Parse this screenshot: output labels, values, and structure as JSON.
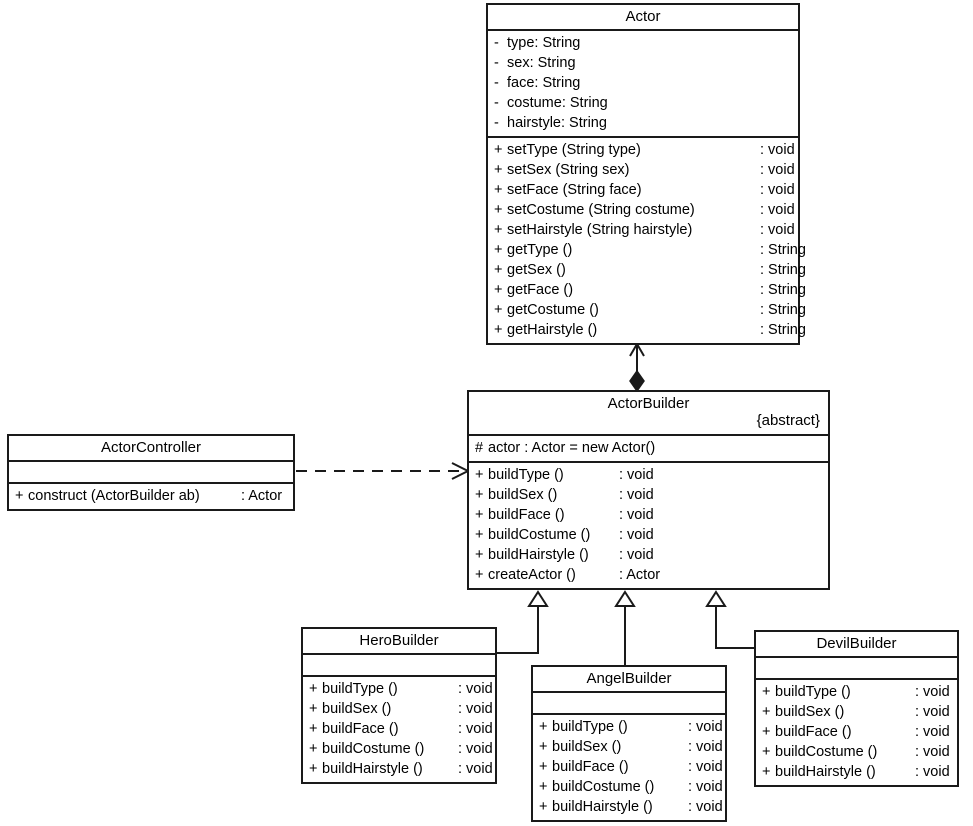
{
  "diagram": {
    "title": "Builder pattern UML class diagram",
    "type": "uml-class-diagram",
    "background_color": "#ffffff",
    "line_color": "#1a1a1a"
  },
  "classes": {
    "actor": {
      "name": "Actor",
      "attributes": [
        {
          "vis": "-",
          "sig": "type",
          "rtype": ": String"
        },
        {
          "vis": "-",
          "sig": "sex",
          "rtype": ": String"
        },
        {
          "vis": "-",
          "sig": "face",
          "rtype": ": String"
        },
        {
          "vis": "-",
          "sig": "costume",
          "rtype": ": String"
        },
        {
          "vis": "-",
          "sig": "hairstyle",
          "rtype": ": String"
        }
      ],
      "methods": [
        {
          "vis": "+",
          "sig": "setType (String type)",
          "rtype": ": void"
        },
        {
          "vis": "+",
          "sig": "setSex (String sex)",
          "rtype": ": void"
        },
        {
          "vis": "+",
          "sig": "setFace (String face)",
          "rtype": ": void"
        },
        {
          "vis": "+",
          "sig": "setCostume (String costume)",
          "rtype": ": void"
        },
        {
          "vis": "+",
          "sig": "setHairstyle (String hairstyle)",
          "rtype": ": void"
        },
        {
          "vis": "+",
          "sig": "getType ()",
          "rtype": ": String"
        },
        {
          "vis": "+",
          "sig": "getSex ()",
          "rtype": ": String"
        },
        {
          "vis": "+",
          "sig": "getFace ()",
          "rtype": ": String"
        },
        {
          "vis": "+",
          "sig": "getCostume ()",
          "rtype": ": String"
        },
        {
          "vis": "+",
          "sig": "getHairstyle ()",
          "rtype": ": String"
        }
      ]
    },
    "actor_builder": {
      "name": "ActorBuilder",
      "stereotype": "{abstract}",
      "attributes": [
        {
          "vis": "#",
          "sig": "actor  : Actor   = new Actor()",
          "rtype": ""
        }
      ],
      "methods": [
        {
          "vis": "+",
          "sig": "buildType ()",
          "rtype": ": void"
        },
        {
          "vis": "+",
          "sig": "buildSex ()",
          "rtype": ": void"
        },
        {
          "vis": "+",
          "sig": "buildFace ()",
          "rtype": ": void"
        },
        {
          "vis": "+",
          "sig": "buildCostume ()",
          "rtype": ": void"
        },
        {
          "vis": "+",
          "sig": "buildHairstyle ()",
          "rtype": ": void"
        },
        {
          "vis": "+",
          "sig": "createActor ()",
          "rtype": ": Actor"
        }
      ]
    },
    "actor_controller": {
      "name": "ActorController",
      "attributes": [],
      "methods": [
        {
          "vis": "+",
          "sig": "construct (ActorBuilder ab)",
          "rtype": ": Actor"
        }
      ]
    },
    "hero_builder": {
      "name": "HeroBuilder",
      "attributes": [],
      "methods": [
        {
          "vis": "+",
          "sig": "buildType ()",
          "rtype": ": void"
        },
        {
          "vis": "+",
          "sig": "buildSex ()",
          "rtype": ": void"
        },
        {
          "vis": "+",
          "sig": "buildFace ()",
          "rtype": ": void"
        },
        {
          "vis": "+",
          "sig": "buildCostume ()",
          "rtype": ": void"
        },
        {
          "vis": "+",
          "sig": "buildHairstyle ()",
          "rtype": ": void"
        }
      ]
    },
    "angel_builder": {
      "name": "AngelBuilder",
      "attributes": [],
      "methods": [
        {
          "vis": "+",
          "sig": "buildType ()",
          "rtype": ": void"
        },
        {
          "vis": "+",
          "sig": "buildSex ()",
          "rtype": ": void"
        },
        {
          "vis": "+",
          "sig": "buildFace ()",
          "rtype": ": void"
        },
        {
          "vis": "+",
          "sig": "buildCostume ()",
          "rtype": ": void"
        },
        {
          "vis": "+",
          "sig": "buildHairstyle ()",
          "rtype": ": void"
        }
      ]
    },
    "devil_builder": {
      "name": "DevilBuilder",
      "attributes": [],
      "methods": [
        {
          "vis": "+",
          "sig": "buildType ()",
          "rtype": ": void"
        },
        {
          "vis": "+",
          "sig": "buildSex ()",
          "rtype": ": void"
        },
        {
          "vis": "+",
          "sig": "buildFace ()",
          "rtype": ": void"
        },
        {
          "vis": "+",
          "sig": "buildCostume ()",
          "rtype": ": void"
        },
        {
          "vis": "+",
          "sig": "buildHairstyle ()",
          "rtype": ": void"
        }
      ]
    }
  },
  "relationships": [
    {
      "kind": "composition",
      "from": "ActorBuilder",
      "to": "Actor",
      "style": "solid-filled-diamond-open-arrow"
    },
    {
      "kind": "dependency",
      "from": "ActorController",
      "to": "ActorBuilder",
      "style": "dashed-open-arrow"
    },
    {
      "kind": "generalization",
      "from": "HeroBuilder",
      "to": "ActorBuilder",
      "style": "solid-hollow-triangle"
    },
    {
      "kind": "generalization",
      "from": "AngelBuilder",
      "to": "ActorBuilder",
      "style": "solid-hollow-triangle"
    },
    {
      "kind": "generalization",
      "from": "DevilBuilder",
      "to": "ActorBuilder",
      "style": "solid-hollow-triangle"
    }
  ]
}
